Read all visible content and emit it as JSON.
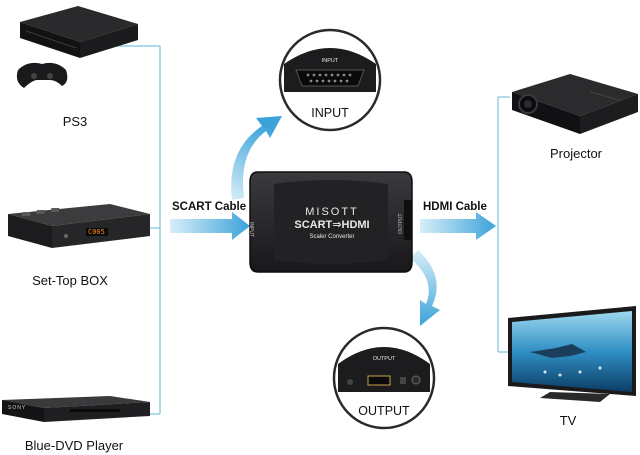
{
  "devices": {
    "ps3": {
      "label": "PS3"
    },
    "settop": {
      "label": "Set-Top BOX",
      "display": "C005"
    },
    "dvd": {
      "label": "Blue-DVD Player",
      "brand": "SONY"
    },
    "projector": {
      "label": "Projector"
    },
    "tv": {
      "label": "TV"
    }
  },
  "cables": {
    "scart": "SCART Cable",
    "hdmi": "HDMI Cable"
  },
  "converter": {
    "brand": "MISOTT",
    "model": "SCART⇒HDMI",
    "subtitle": "Scaler Converter",
    "left_port": "INPUT",
    "right_port": "OUTPUT"
  },
  "bubbles": {
    "input": {
      "label": "INPUT",
      "inner": "INPUT"
    },
    "output": {
      "label": "OUTPUT",
      "inner": "OUTPUT"
    }
  },
  "colors": {
    "line": "#7fc3dc",
    "arrow": "#3ba3d9",
    "device": "#1c1c1e"
  }
}
